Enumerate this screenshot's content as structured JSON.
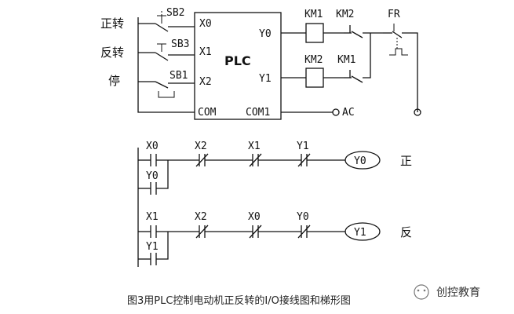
{
  "wiring": {
    "labels": {
      "forward": "正转",
      "reverse": "反转",
      "stop": "停",
      "sb2": "SB2",
      "sb3": "SB3",
      "sb1": "SB1",
      "x0": "X0",
      "x1": "X1",
      "x2": "X2",
      "com": "COM",
      "plc": "PLC",
      "y0": "Y0",
      "y1": "Y1",
      "com1": "COM1",
      "ac": "AC",
      "km1_coil": "KM1",
      "km2_contact": "KM2",
      "km2_coil": "KM2",
      "km1_contact": "KM1",
      "fr": "FR"
    }
  },
  "ladder": {
    "rung1": {
      "contacts": [
        "X0",
        "X2",
        "X1",
        "Y1"
      ],
      "parallel": "Y0",
      "coil": "Y0",
      "note": "正"
    },
    "rung2": {
      "contacts": [
        "X1",
        "X2",
        "X0",
        "Y0"
      ],
      "parallel": "Y1",
      "coil": "Y1",
      "note": "反"
    }
  },
  "caption": "图3用PLC控制电动机正反转的I/O接线图和梯形图",
  "watermark": "创控教育"
}
